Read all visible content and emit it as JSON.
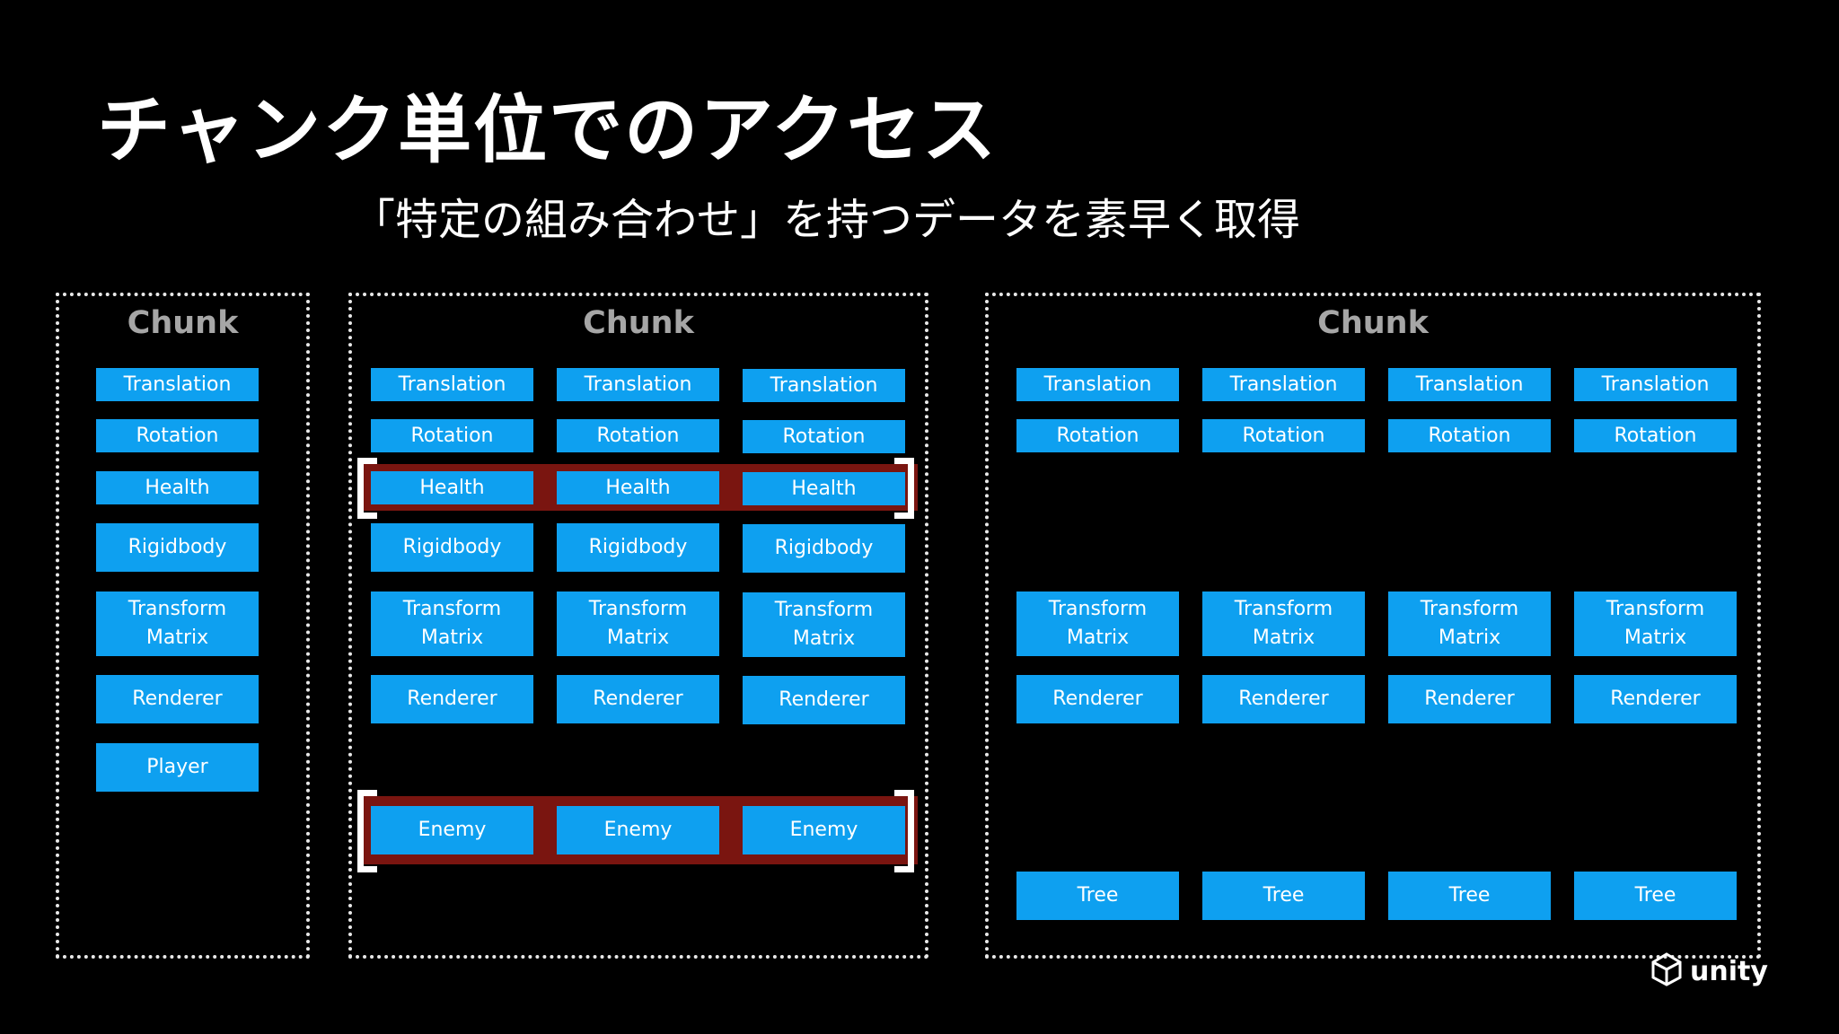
{
  "slide": {
    "title": "チャンク単位でのアクセス",
    "subtitle": "「特定の組み合わせ」を持つデータを素早く取得"
  },
  "chunks": [
    {
      "label": "Chunk",
      "columns": [
        [
          "Translation",
          "Rotation",
          "Health",
          "Rigidbody",
          "Transform\nMatrix",
          "Renderer",
          "Player"
        ]
      ]
    },
    {
      "label": "Chunk",
      "highlighted_rows": [
        "Health",
        "Enemy"
      ],
      "columns": [
        [
          "Translation",
          "Rotation",
          "Health",
          "Rigidbody",
          "Transform\nMatrix",
          "Renderer",
          "Enemy"
        ],
        [
          "Translation",
          "Rotation",
          "Health",
          "Rigidbody",
          "Transform\nMatrix",
          "Renderer",
          "Enemy"
        ],
        [
          "Translation",
          "Rotation",
          "Health",
          "Rigidbody",
          "Transform\nMatrix",
          "Renderer",
          "Enemy"
        ]
      ]
    },
    {
      "label": "Chunk",
      "columns": [
        [
          "Translation",
          "Rotation",
          "Transform\nMatrix",
          "Renderer",
          "Tree"
        ],
        [
          "Translation",
          "Rotation",
          "Transform\nMatrix",
          "Renderer",
          "Tree"
        ],
        [
          "Translation",
          "Rotation",
          "Transform\nMatrix",
          "Renderer",
          "Tree"
        ],
        [
          "Translation",
          "Rotation",
          "Transform\nMatrix",
          "Renderer",
          "Tree"
        ]
      ]
    }
  ],
  "logo": {
    "text": "unity",
    "icon": "unity-cube-icon"
  },
  "colors": {
    "component_box": "#0ea0f0",
    "highlight_band": "#7a1510",
    "chunk_label": "#a6a6a6",
    "background": "#000000"
  }
}
